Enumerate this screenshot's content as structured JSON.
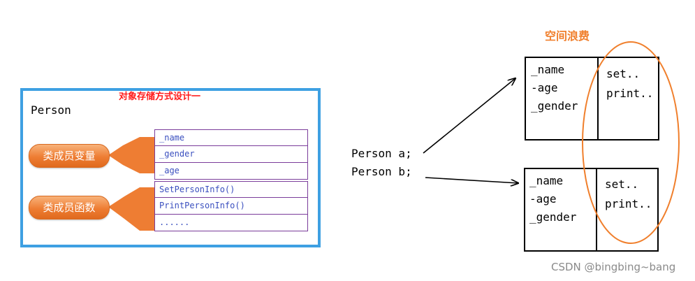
{
  "left_panel": {
    "title": "对象存储方式设计一",
    "class_name": "Person",
    "member_rows": [
      "_name",
      "_gender",
      "_age",
      "SetPersonInfo()",
      "PrintPersonInfo()",
      "......"
    ],
    "variables_label": "类成员变量",
    "functions_label": "类成员函数",
    "colors": {
      "frame": "#3ea0e2",
      "pill": "#ee7d33",
      "title": "#ff1a1a",
      "member_text": "#3a4fbf"
    }
  },
  "right_diagram": {
    "declarations": [
      "Person a;",
      "Person b;"
    ],
    "objects": [
      {
        "data_members": [
          "_name",
          "-age",
          "_gender"
        ],
        "function_members": [
          "set..",
          "print.."
        ]
      },
      {
        "data_members": [
          "_name",
          "-age",
          "_gender"
        ],
        "function_members": [
          "set..",
          "print.."
        ]
      }
    ],
    "waste_label": "空间浪费",
    "colors": {
      "highlight": "#f07f2c"
    }
  },
  "watermark": "CSDN @bingbing~bang"
}
